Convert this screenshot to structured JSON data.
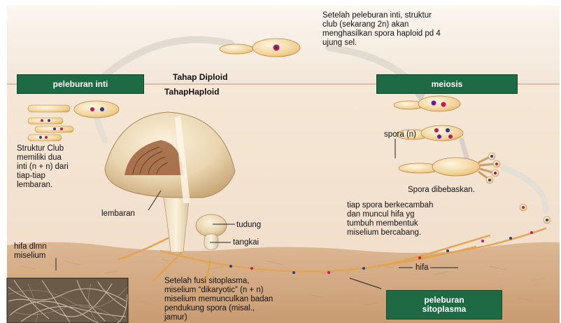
{
  "phases": {
    "diploid": "Tahap Diploid",
    "haploid": "TahapHaploid"
  },
  "boxes": {
    "karyogamy": "peleburan inti",
    "meiosis": "meiosis",
    "plasmogamy": "peleburan\nsitoplasma"
  },
  "labels": {
    "after_karyogamy": "Setelah peleburan inti, struktur\nclub (sekarang 2n) akan\nmenghasilkan spora haploid pd 4\nujung sel.",
    "club_structure": "Struktur Club\nmemiliki dua\ninti (n + n) dari\ntiap-tiap\nlembaran.",
    "gills": "lembaran",
    "cap": "tudung",
    "stalk": "tangkai",
    "hypha_in_mycelium": "hifa dlmn\nmiselium",
    "spore": "spora (n)",
    "spores_released": "Spora dibebaskan.",
    "germination": "tiap spora berkecambah\ndan muncul hifa yg\ntumbuh membentuk\nmiselium bercabang.",
    "hypha": "hifa",
    "after_plasmogamy": "Setelah fusi sitoplasma,\nmiselium “dikaryotic” (n + n)\nmiselium  memunculkan badan\npendukung spora (misal.,\njamur)"
  },
  "colors": {
    "box_green": "#1e6a44",
    "soil": "#d8b28f",
    "upper_bg": "#f8f1e8",
    "lower_bg": "#f4e4d4"
  }
}
